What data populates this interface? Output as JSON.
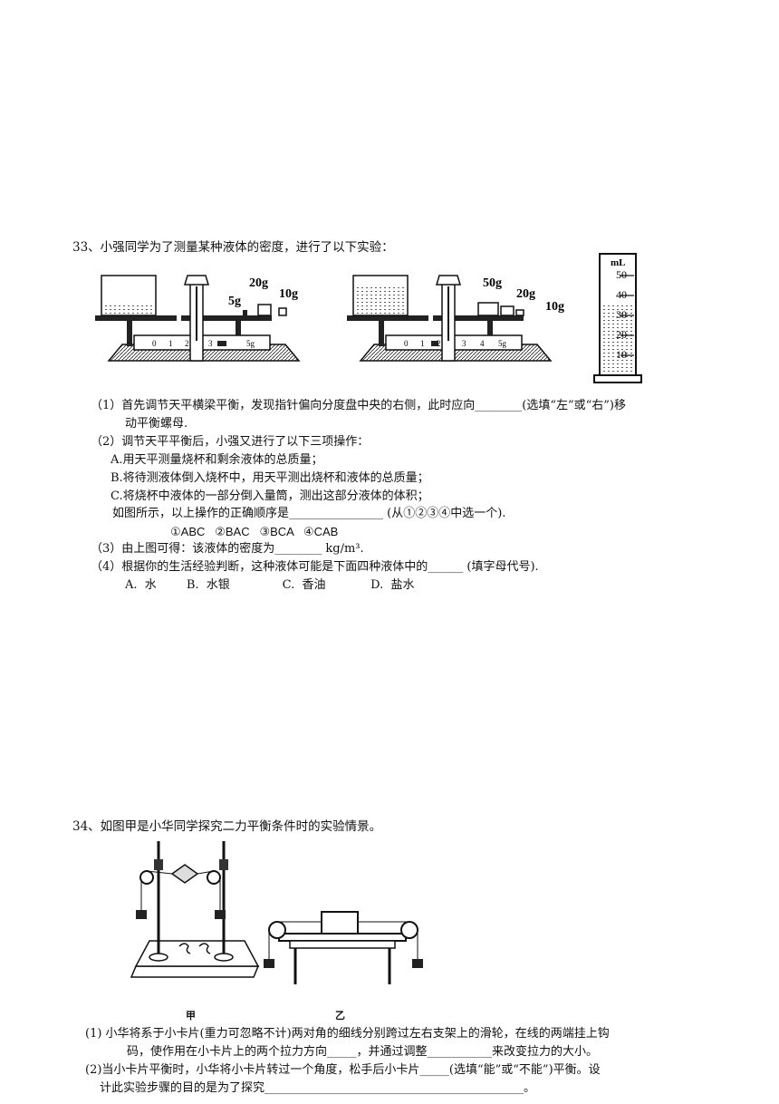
{
  "q33": {
    "title": "33、小强同学为了测量某种液体的密度，进行了以下实验：",
    "figure": {
      "balance1_weights": [
        "20g",
        "10g",
        "5g"
      ],
      "balance2_weights": [
        "50g",
        "20g",
        "10g"
      ],
      "scale_labels": [
        "0",
        "1",
        "2",
        "3",
        "4",
        "5g"
      ],
      "cylinder_unit": "mL",
      "cylinder_marks": [
        "50",
        "40",
        "30",
        "20",
        "10"
      ]
    },
    "p1_a": "（1）首先调节天平横梁平衡，发现指针偏向分度盘中央的右侧，此时应向________(选填“左”或“右”)移",
    "p1_b": "动平衡螺母.",
    "p2": "（2）调节天平平衡后，小强又进行了以下三项操作：",
    "opA": "A.用天平测量烧杯和剩余液体的总质量；",
    "opB": "B.将待测液体倒入烧杯中，用天平测出烧杯和液体的总质量；",
    "opC": "C.将烧杯中液体的一部分倒入量筒，测出这部分液体的体积；",
    "p2_order": "如图所示，以上操作的正确顺序是________________ (从①②③④中选一个).",
    "choices": "①ABC   ②BAC   ③BCA   ④CAB",
    "p3": "（3）由上图可得：该液体的密度为________ kg/m³.",
    "p4": "（4）根据你的生活经验判断，这种液体可能是下面四种液体中的______ (填字母代号).",
    "p4_options": "A.  水        B.  水银              C.  香油            D.  盐水"
  },
  "q34": {
    "title": "34、如图甲是小华同学探究二力平衡条件时的实验情景。",
    "label_jia": "甲",
    "label_yi": "乙",
    "p1_a": "(1)  小华将系于小卡片(重力可忽略不计)两对角的细线分别跨过左右支架上的滑轮，在线的两端挂上钩",
    "p1_b": "码，使作用在小卡片上的两个拉力方向_____，并通过调整___________来改变拉力的大小。",
    "p2_a": "(2)当小卡片平衡时，小华将小卡片转过一个角度，松手后小卡片_____(选填“能”或“不能”)平衡。设",
    "p2_b": "计此实验步骤的目的是为了探究____________________________________________。"
  }
}
